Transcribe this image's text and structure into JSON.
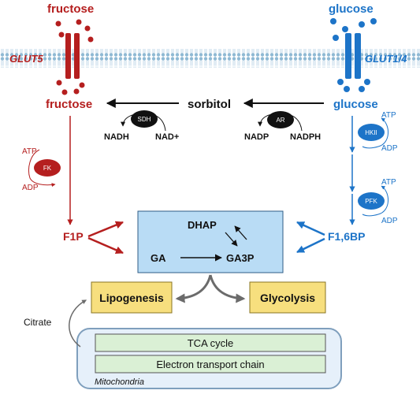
{
  "colors": {
    "fructose": "#b51f1f",
    "glucose": "#1d74c8",
    "membrane": "#8fb9d4",
    "dark": "#111111",
    "gray_arrow": "#6b6b6b",
    "central_box_fill": "#b9dcf5",
    "central_box_stroke": "#2f5d86",
    "yellow_box_fill": "#f7df7e",
    "yellow_box_stroke": "#8a7423",
    "mito_fill": "#e6f0fa",
    "mito_stroke": "#7f9fbd",
    "green_box_fill": "#daf0d5",
    "green_box_stroke": "#555555"
  },
  "top": {
    "fructose": "fructose",
    "glucose": "glucose"
  },
  "transporters": {
    "left": "GLUT5",
    "right": "GLUT1/4"
  },
  "polyol": {
    "fructose": "fructose",
    "sorbitol": "sorbitol",
    "glucose": "glucose"
  },
  "enzymes": {
    "sdh": {
      "name": "SDH",
      "left": "NADH",
      "right": "NAD+"
    },
    "ar": {
      "name": "AR",
      "left": "NADP",
      "right": "NADPH"
    },
    "fk": {
      "name": "FK",
      "top": "ATP",
      "bottom": "ADP"
    },
    "hkii": {
      "name": "HKII",
      "top": "ATP",
      "bottom": "ADP"
    },
    "pfk": {
      "name": "PFK",
      "top": "ATP",
      "bottom": "ADP"
    }
  },
  "metabolites": {
    "f1p": "F1P",
    "f16bp": "F1,6BP"
  },
  "central": {
    "dhap": "DHAP",
    "ga": "GA",
    "ga3p": "GA3P"
  },
  "outputs": {
    "lipogenesis": "Lipogenesis",
    "glycolysis": "Glycolysis",
    "citrate": "Citrate"
  },
  "mitochondria": {
    "tca": "TCA cycle",
    "etc": "Electron transport chain",
    "label": "Mitochondria"
  }
}
